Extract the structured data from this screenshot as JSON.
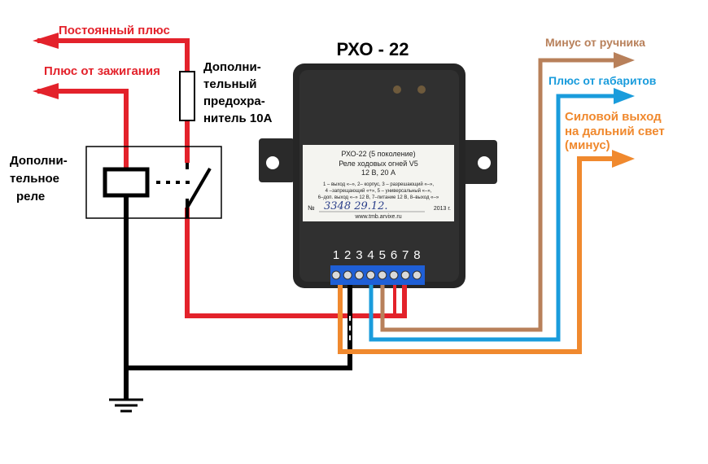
{
  "diagram": {
    "title": "РХО - 22",
    "wire_labels": {
      "constant_plus": "Постоянный плюс",
      "ignition_plus": "Плюс от зажигания",
      "handbrake_minus": "Минус от ручника",
      "parking_lights_plus": "Плюс от габаритов",
      "high_beam_output": [
        "Силовой выход",
        "на дальний свет",
        "(минус)"
      ]
    },
    "fuse_label": [
      "Дополни-",
      "тельный",
      "предохра-",
      "нитель 10А"
    ],
    "relay_label": [
      "Дополни-",
      "тельное",
      "реле"
    ],
    "device": {
      "sticker_lines": [
        "РХО-22 (5 поколение)",
        "Реле ходовых огней V5",
        "12 В, 20 А"
      ],
      "pin_legend": [
        "1 – выход «–», 2– корпус, 3 – разрешающий «–»,",
        "4 –запрещающий «+», 5 – универсальный «–»,",
        "6–доп. выход «–» 12 В, 7–питание 12 В, 8–выход «–»"
      ],
      "serial_prefix": "№",
      "serial_handwritten": "3348   29.12.",
      "year": "2013 г.",
      "website": "www.tmb.arvixe.ru",
      "terminal_numbers": [
        "1",
        "2",
        "3",
        "4",
        "5",
        "6",
        "7",
        "8"
      ]
    },
    "colors": {
      "red": "#e3222b",
      "brown": "#b8805a",
      "blue": "#1a9cdc",
      "orange": "#f0892e",
      "black": "#000000",
      "terminal_blue": "#1f5fd6"
    }
  }
}
